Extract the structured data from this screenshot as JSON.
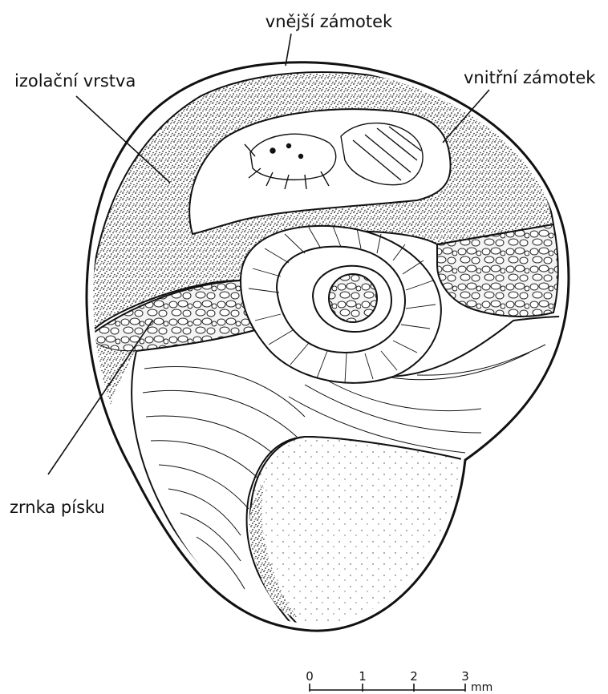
{
  "labels": {
    "outer_plug": "vnější zámotek",
    "insulation_layer": "izolační vrstva",
    "inner_plug": "vnitřní zámotek",
    "sand_grains": "zrnka písku"
  },
  "scale_bar": {
    "ticks": [
      "0",
      "1",
      "2",
      "3"
    ],
    "unit": "mm"
  }
}
